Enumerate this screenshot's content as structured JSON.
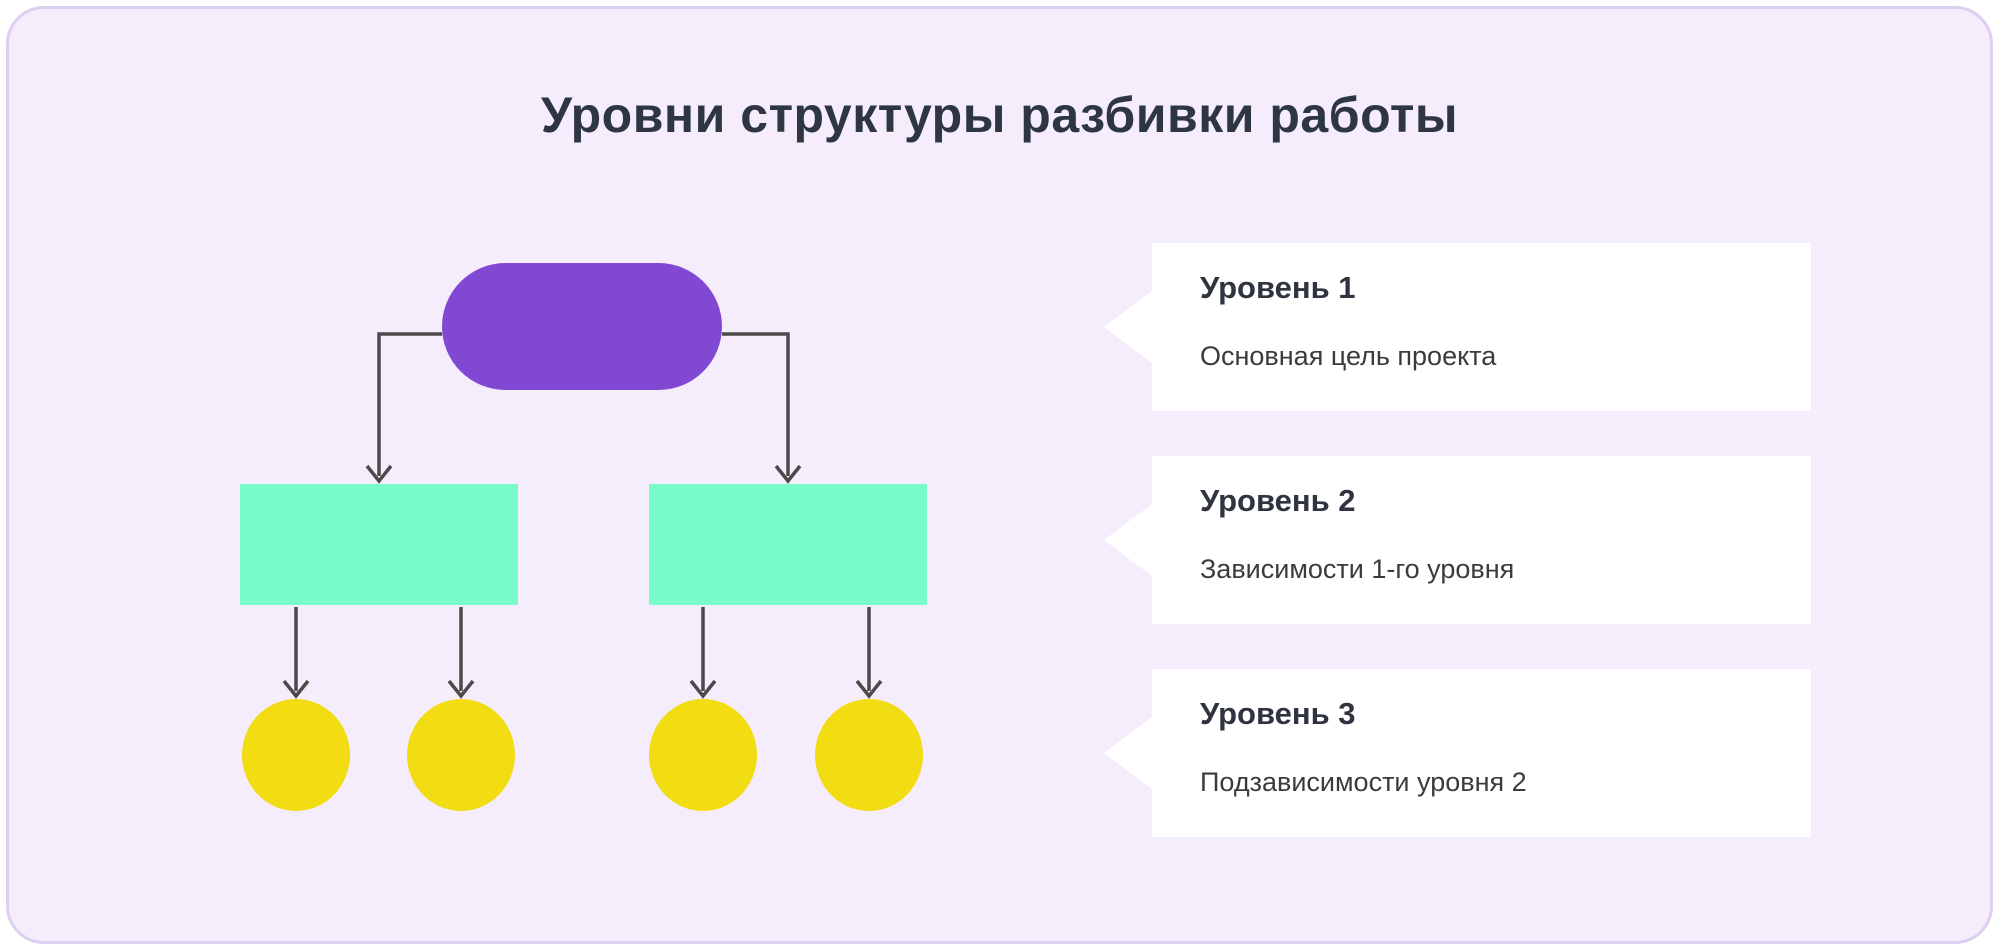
{
  "title": "Уровни структуры разбивки работы",
  "colors": {
    "page_background": "#ffffff",
    "panel_background": "#f5ecfc",
    "panel_border": "#dccff1",
    "root_node": "#8148d4",
    "branch_node": "#78fcc9",
    "leaf_node": "#f2dc12",
    "connector": "#4a4a4a",
    "title_text": "#2e3642",
    "card_background": "#ffffff",
    "card_title_text": "#2f3440",
    "card_body_text": "#3b3b3b"
  },
  "diagram": {
    "type": "tree",
    "levels": [
      {
        "level": 1,
        "shape": "pill",
        "count": 1
      },
      {
        "level": 2,
        "shape": "rectangle",
        "count": 2
      },
      {
        "level": 3,
        "shape": "circle",
        "count": 4
      }
    ],
    "edges": [
      {
        "from": "root",
        "to": "branch-left"
      },
      {
        "from": "root",
        "to": "branch-right"
      },
      {
        "from": "branch-left",
        "to": "leaf-1"
      },
      {
        "from": "branch-left",
        "to": "leaf-2"
      },
      {
        "from": "branch-right",
        "to": "leaf-3"
      },
      {
        "from": "branch-right",
        "to": "leaf-4"
      }
    ]
  },
  "cards": [
    {
      "title": "Уровень 1",
      "description": "Основная цель проекта"
    },
    {
      "title": "Уровень 2",
      "description": "Зависимости 1-го уровня"
    },
    {
      "title": "Уровень 3",
      "description": "Подзависимости уровня 2"
    }
  ]
}
